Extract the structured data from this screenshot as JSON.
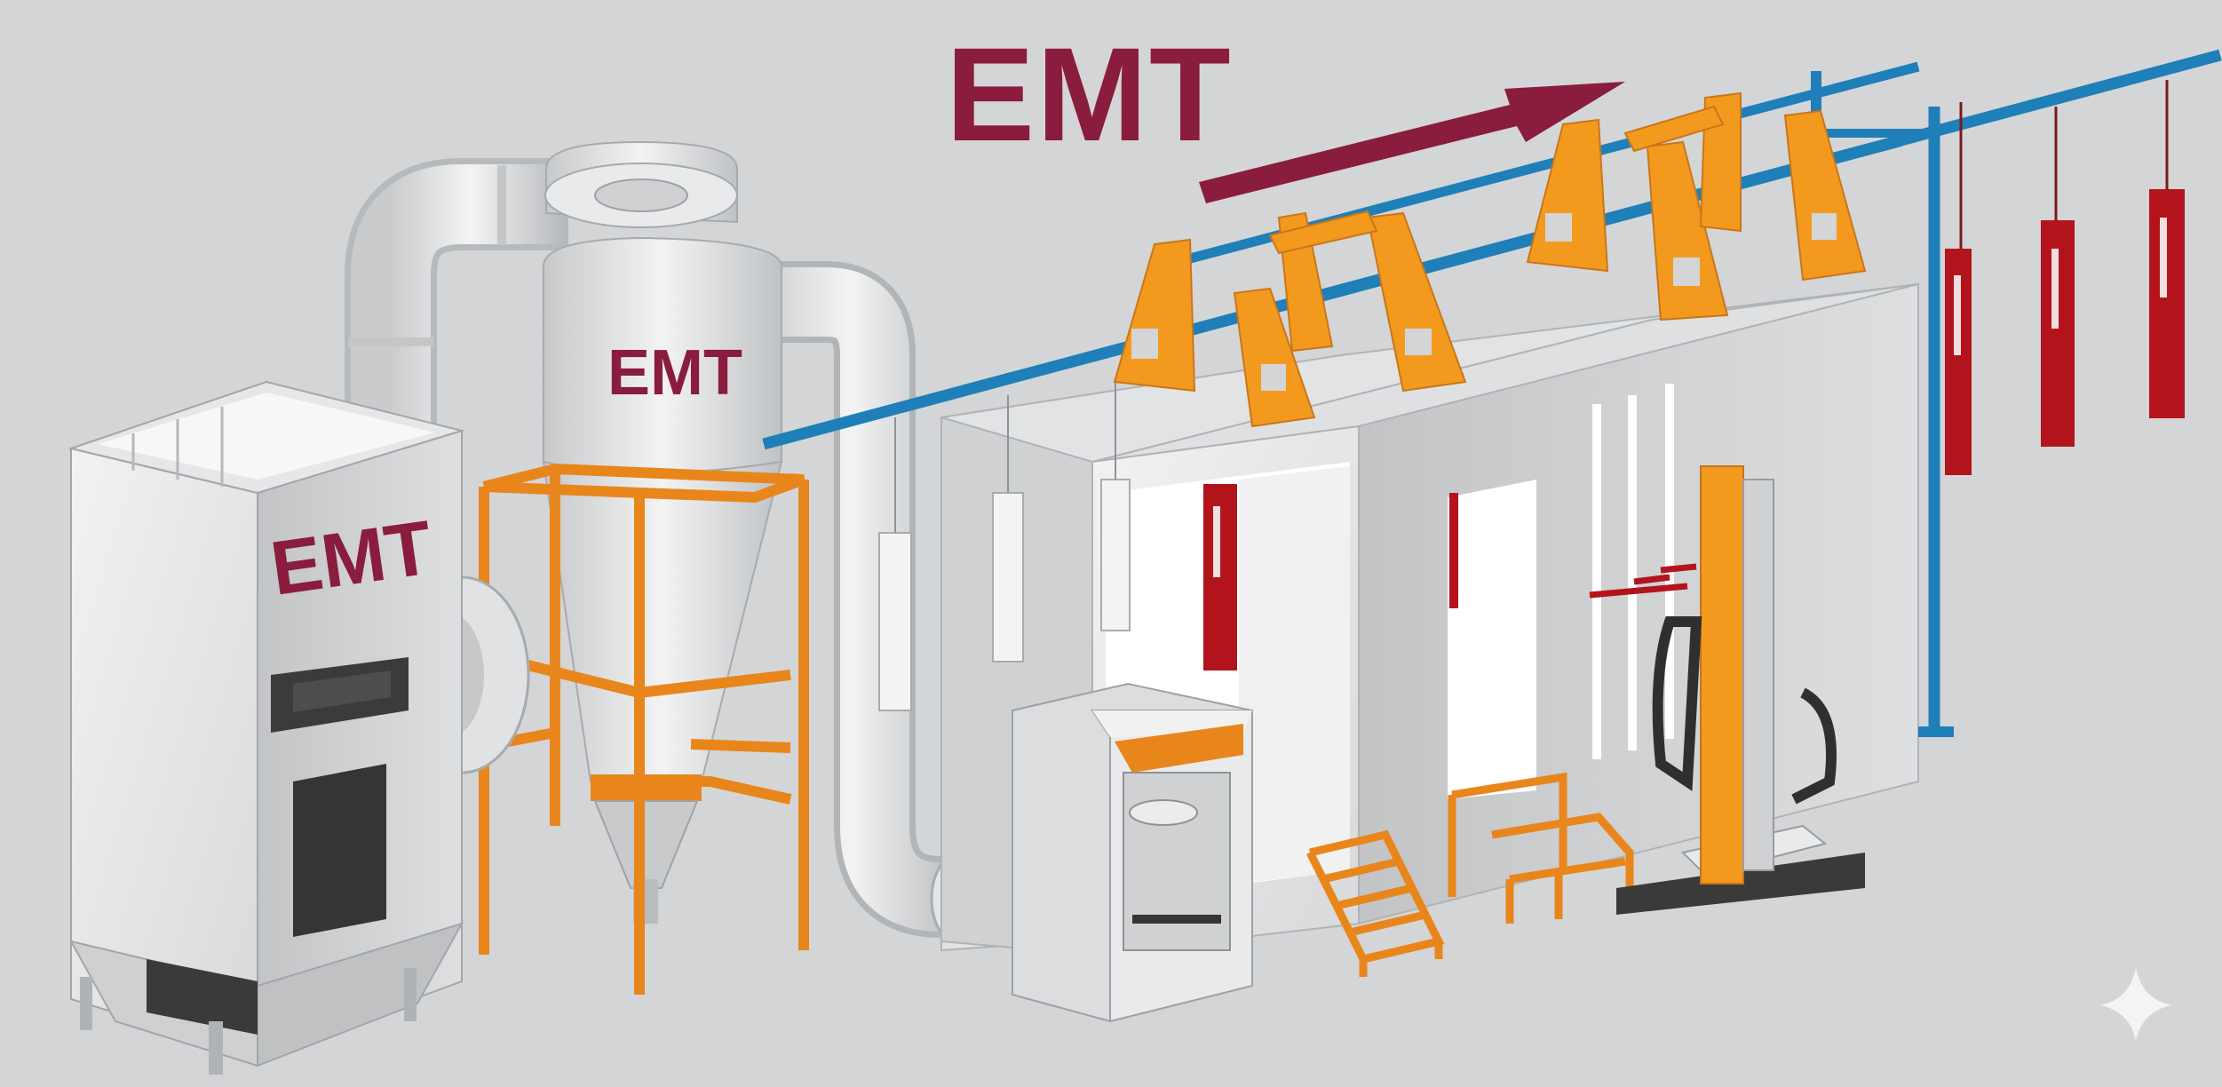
{
  "brand": {
    "title": "EMT",
    "filter_unit_label": "EMT",
    "cyclone_label": "EMT",
    "color": "#8a1c3e"
  },
  "colors": {
    "background": "#d4d5d6",
    "conveyor_rail": "#1f7fb8",
    "hanger_bracket": "#f39a1e",
    "frame_orange": "#e8861c",
    "hanging_part": "#b3141c",
    "steel_light": "#ececec",
    "steel_shadow": "#b9bcbe",
    "panel_dark": "#3a3a3a"
  },
  "icons": {
    "flow_arrow": "direction-arrow-icon",
    "watermark": "sparkle-icon"
  }
}
